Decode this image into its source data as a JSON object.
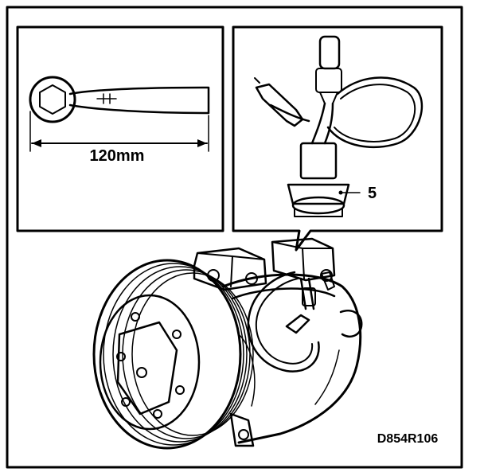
{
  "figure": {
    "dimension_label": "120mm",
    "callout_number": "5",
    "figure_code": "D854R106"
  },
  "colors": {
    "ink": "#000000",
    "paper": "#ffffff"
  }
}
